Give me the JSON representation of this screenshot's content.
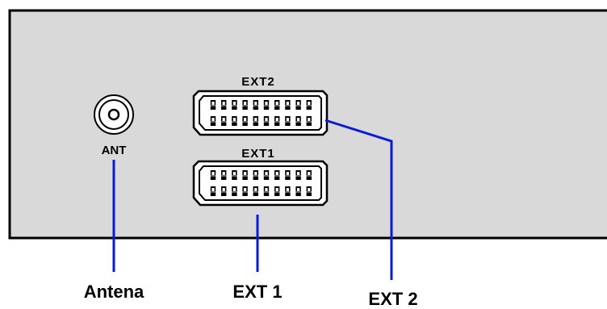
{
  "panel": {
    "fill_color": "#d9d9d9",
    "border_color": "#000000"
  },
  "connectors": {
    "antenna_label": "ANT",
    "scart_top_label": "EXT2",
    "scart_bottom_label": "EXT1",
    "pins_per_row": 10,
    "rows": 2
  },
  "callouts": {
    "antena": "Antena",
    "ext1": "EXT 1",
    "ext2": "EXT 2",
    "line_color": "#0a1adb"
  }
}
